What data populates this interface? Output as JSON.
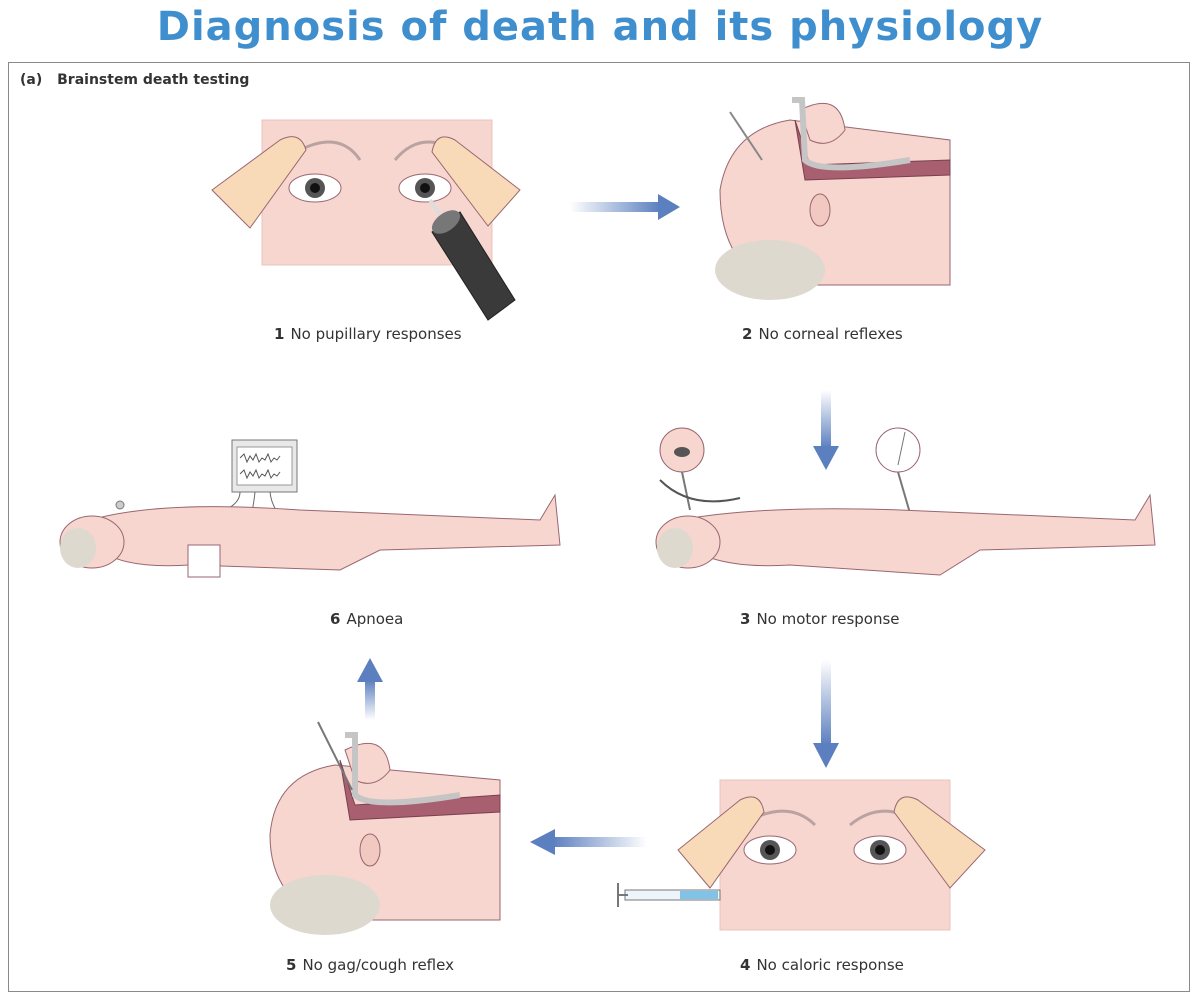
{
  "title": "Diagnosis of death and its physiology",
  "panel": {
    "letter": "(a)",
    "label": "Brainstem death testing"
  },
  "steps": [
    {
      "num": "1",
      "label": "No pupillary responses"
    },
    {
      "num": "2",
      "label": "No corneal reflexes"
    },
    {
      "num": "3",
      "label": "No motor response"
    },
    {
      "num": "4",
      "label": "No caloric response"
    },
    {
      "num": "5",
      "label": "No gag/cough reflex"
    },
    {
      "num": "6",
      "label": "Apnoea"
    }
  ],
  "colors": {
    "title": "#3f8fcf",
    "skin": "#f6d6cf",
    "outline": "#9a6670",
    "arrow": "#5b7fbf",
    "throat": "#a85f6f"
  }
}
